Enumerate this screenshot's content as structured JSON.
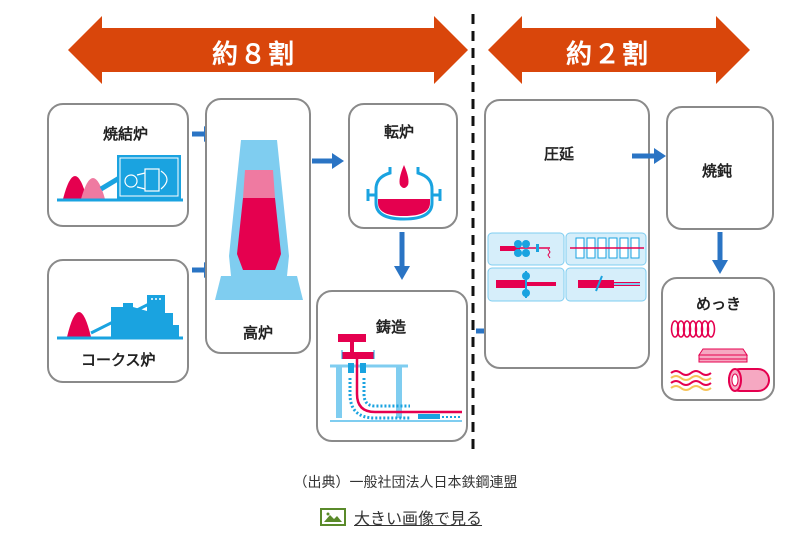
{
  "colors": {
    "banner": "#d9460b",
    "arrow": "#2a74c4",
    "box_border": "#8a8a8a",
    "crimson": "#e5004f",
    "pink": "#ef7aa1",
    "light_blue": "#7fcdf0",
    "cyan": "#1aa3e0",
    "link_icon": "#5a8a2a"
  },
  "banners": {
    "left": "約８割",
    "right": "約２割"
  },
  "process": {
    "sintering": "焼結炉",
    "coke_oven": "コークス炉",
    "blast_furnace": "高炉",
    "converter": "転炉",
    "casting": "鋳造",
    "rolling": "圧延",
    "annealing": "焼鈍",
    "plating": "めっき"
  },
  "caption": "（出典）一般社団法人日本鉄鋼連盟",
  "link": {
    "icon": "image-icon",
    "label": "大きい画像で見る"
  }
}
